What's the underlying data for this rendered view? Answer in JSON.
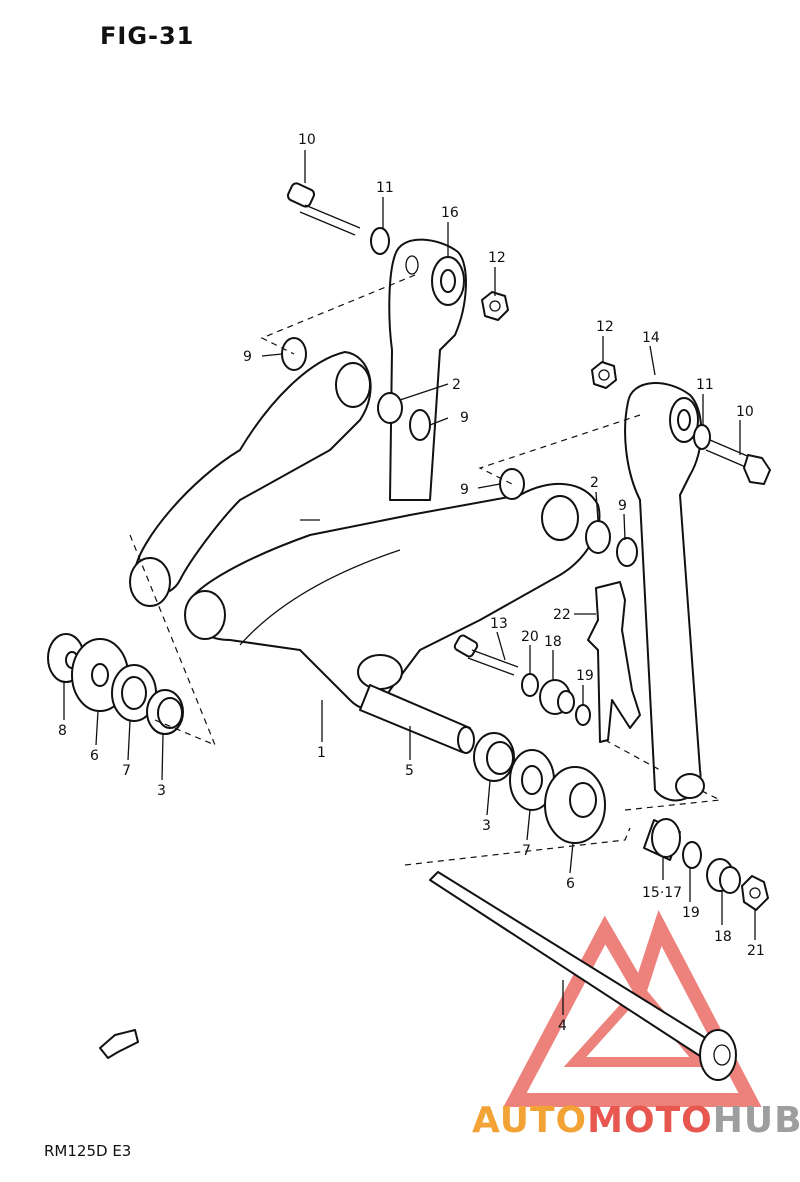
{
  "figure": {
    "title": "FIG-31",
    "model": "RM125D E3"
  },
  "watermark": {
    "part1": "AUTO",
    "part2": "MOTO",
    "part3": "HUB",
    "colors": {
      "auto": "#f3a335",
      "moto": "#e8574f",
      "hub": "#9e9e9e",
      "triangle": "#e8574f"
    }
  },
  "callouts": [
    {
      "id": "c10a",
      "text": "10"
    },
    {
      "id": "c11a",
      "text": "11"
    },
    {
      "id": "c16",
      "text": "16"
    },
    {
      "id": "c12a",
      "text": "12"
    },
    {
      "id": "c9a",
      "text": "9"
    },
    {
      "id": "c2a",
      "text": "2"
    },
    {
      "id": "c9b",
      "text": "9"
    },
    {
      "id": "c12b",
      "text": "12"
    },
    {
      "id": "c14",
      "text": "14"
    },
    {
      "id": "c11b",
      "text": "11"
    },
    {
      "id": "c10b",
      "text": "10"
    },
    {
      "id": "c9c",
      "text": "9"
    },
    {
      "id": "c2b",
      "text": "2"
    },
    {
      "id": "c9d",
      "text": "9"
    },
    {
      "id": "c22",
      "text": "22"
    },
    {
      "id": "c13",
      "text": "13"
    },
    {
      "id": "c20",
      "text": "20"
    },
    {
      "id": "c18a",
      "text": "18"
    },
    {
      "id": "c19a",
      "text": "19"
    },
    {
      "id": "c8",
      "text": "8"
    },
    {
      "id": "c6a",
      "text": "6"
    },
    {
      "id": "c7a",
      "text": "7"
    },
    {
      "id": "c3a",
      "text": "3"
    },
    {
      "id": "c1",
      "text": "1"
    },
    {
      "id": "c5",
      "text": "5"
    },
    {
      "id": "c3b",
      "text": "3"
    },
    {
      "id": "c7b",
      "text": "7"
    },
    {
      "id": "c6b",
      "text": "6"
    },
    {
      "id": "c1517",
      "text": "15·17"
    },
    {
      "id": "c19b",
      "text": "19"
    },
    {
      "id": "c18b",
      "text": "18"
    },
    {
      "id": "c21",
      "text": "21"
    },
    {
      "id": "c4",
      "text": "4"
    }
  ]
}
